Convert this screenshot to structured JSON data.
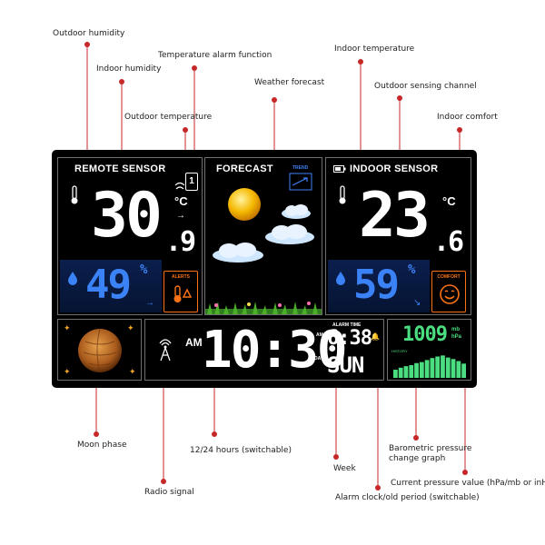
{
  "callouts": [
    {
      "id": "outdoor-humidity",
      "label": "Outdoor humidity"
    },
    {
      "id": "indoor-humidity",
      "label": "Indoor humidity"
    },
    {
      "id": "temperature-alarm",
      "label": "Temperature alarm function"
    },
    {
      "id": "outdoor-temperature",
      "label": "Outdoor temperature"
    },
    {
      "id": "weather-forecast",
      "label": "Weather forecast"
    },
    {
      "id": "indoor-temperature",
      "label": "Indoor temperature"
    },
    {
      "id": "outdoor-sensing-channel",
      "label": "Outdoor sensing channel"
    },
    {
      "id": "indoor-comfort",
      "label": "Indoor comfort"
    },
    {
      "id": "moon-phase",
      "label": "Moon phase"
    },
    {
      "id": "hours-format",
      "label": "12/24 hours (switchable)"
    },
    {
      "id": "radio-signal",
      "label": "Radio signal"
    },
    {
      "id": "week",
      "label": "Week"
    },
    {
      "id": "alarm-clock",
      "label": "Alarm clock/old period (switchable)"
    },
    {
      "id": "pressure-graph",
      "label": "Barometric pressure change graph"
    },
    {
      "id": "pressure-value",
      "label": "Current pressure value (hPa/mb or inHg)"
    }
  ],
  "remote": {
    "title": "REMOTE SENSOR",
    "temp_main": "30",
    "temp_decimal": ".9",
    "temp_unit": "°C",
    "channel": "1",
    "humidity": "49",
    "humidity_unit": "%",
    "alerts_label": "ALERTS"
  },
  "forecast": {
    "title": "FORECAST",
    "trend_label": "TREND"
  },
  "indoor": {
    "title": "INDOOR SENSOR",
    "temp_main": "23",
    "temp_decimal": ".6",
    "temp_unit": "°C",
    "humidity": "59",
    "humidity_unit": "%",
    "comfort_label": "COMFORT"
  },
  "clock": {
    "am_label": "AM",
    "time": "10:30",
    "alarm_label": "ALARM TIME",
    "alarm_am": "AM",
    "alarm_time": "6:38",
    "day_label": "DAY",
    "weekday": "SUN"
  },
  "pressure": {
    "value": "1009",
    "unit_mb": "mb",
    "unit_hpa": "hPa",
    "graph_label": "HISTORY",
    "bars": [
      0.32,
      0.4,
      0.46,
      0.5,
      0.58,
      0.62,
      0.7,
      0.78,
      0.84,
      0.88,
      0.8,
      0.74,
      0.66,
      0.56
    ]
  },
  "colors": {
    "callout_line": "#c62828",
    "lcd_blue": "#3b82f6",
    "lcd_green": "#4ade80",
    "alert_orange": "#f97316",
    "comfort_orange": "#f97316"
  }
}
